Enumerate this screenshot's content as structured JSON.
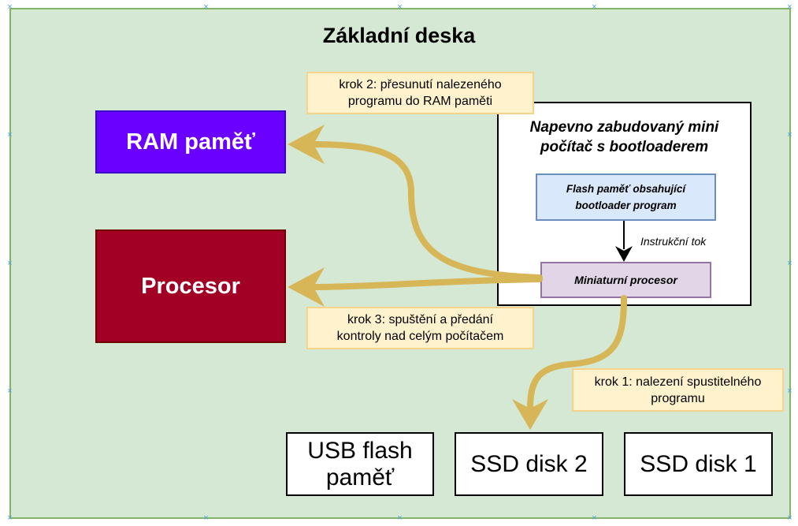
{
  "title": "Základní deska",
  "blocks": {
    "ram": "RAM paměť",
    "processor": "Procesor"
  },
  "embedded": {
    "title_line1": "Napevno zabudovaný mini",
    "title_line2": "počítač s bootloaderem",
    "flash_line1": "Flash paměť obsahující",
    "flash_line2": "bootloader program",
    "flow_label": "Instrukční tok",
    "mini_processor": "Miniaturní procesor"
  },
  "notes": {
    "step2_line1": "krok 2: přesunutí nalezeného",
    "step2_line2": "programu do RAM paměti",
    "step3_line1": "krok 3: spuštění a předání",
    "step3_line2": "kontroly nad celým počítačem",
    "step1_line1": "krok 1: nalezení spustitelného",
    "step1_line2": "programu"
  },
  "disks": {
    "usb_line1": "USB flash",
    "usb_line2": "paměť",
    "ssd2": "SSD disk 2",
    "ssd1": "SSD disk 1"
  },
  "colors": {
    "board_fill": "#d5e8d4",
    "board_border": "#82b366",
    "ram_fill": "#6a00ff",
    "processor_fill": "#a20025",
    "arrow": "#d6b656",
    "note_fill": "#fff2cc"
  }
}
